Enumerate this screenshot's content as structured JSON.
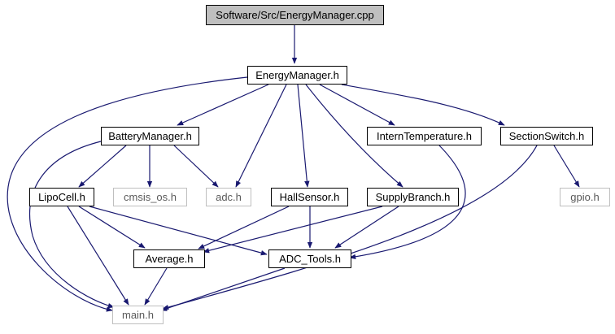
{
  "colors": {
    "edge": "#191970",
    "root_fill": "#bfbfbf",
    "external_border": "#bfbfbf"
  },
  "nodes": {
    "energy_manager_cpp": {
      "label": "Software/Src/EnergyManager.cpp"
    },
    "energy_manager_h": {
      "label": "EnergyManager.h"
    },
    "battery_manager_h": {
      "label": "BatteryManager.h"
    },
    "intern_temperature_h": {
      "label": "InternTemperature.h"
    },
    "section_switch_h": {
      "label": "SectionSwitch.h"
    },
    "lipo_cell_h": {
      "label": "LipoCell.h"
    },
    "cmsis_os_h": {
      "label": "cmsis_os.h"
    },
    "adc_h": {
      "label": "adc.h"
    },
    "hall_sensor_h": {
      "label": "HallSensor.h"
    },
    "supply_branch_h": {
      "label": "SupplyBranch.h"
    },
    "gpio_h": {
      "label": "gpio.h"
    },
    "average_h": {
      "label": "Average.h"
    },
    "adc_tools_h": {
      "label": "ADC_Tools.h"
    },
    "main_h": {
      "label": "main.h"
    }
  }
}
